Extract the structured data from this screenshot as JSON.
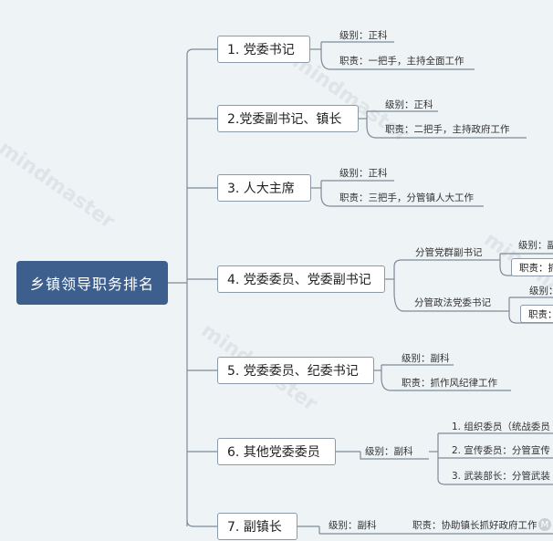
{
  "root": "乡镇领导职务排名",
  "watermark": "mindmaster",
  "branches": [
    {
      "label": "1. 党委书记",
      "details": [
        "级别：正科",
        "职责：一把手，主持全面工作"
      ]
    },
    {
      "label": "2.党委副书记、镇长",
      "details": [
        "级别：正科",
        "职责：二把手，主持政府工作"
      ]
    },
    {
      "label": "3. 人大主席",
      "details": [
        "级别：正科",
        "职责：三把手，分管镇人大工作"
      ]
    },
    {
      "label": "4. 党委委员、党委副书记",
      "sub": [
        {
          "label": "分管党群副书记",
          "details": [
            "级别：副",
            "职责：抓"
          ]
        },
        {
          "label": "分管政法党委书记",
          "details": [
            "级别：副",
            "职责："
          ]
        }
      ]
    },
    {
      "label": "5. 党委委员、纪委书记",
      "details": [
        "级别：副科",
        "职责：抓作风纪律工作"
      ]
    },
    {
      "label": "6. 其他党委委员",
      "level": "级别：副科",
      "items": [
        "1. 组织委员（统战委员",
        "2. 宣传委员：分管宣传",
        "3. 武装部长：分管武装"
      ]
    },
    {
      "label": "7. 副镇长",
      "details": [
        "级别：副科",
        "职责：协助镇长抓好政府工作"
      ]
    }
  ]
}
